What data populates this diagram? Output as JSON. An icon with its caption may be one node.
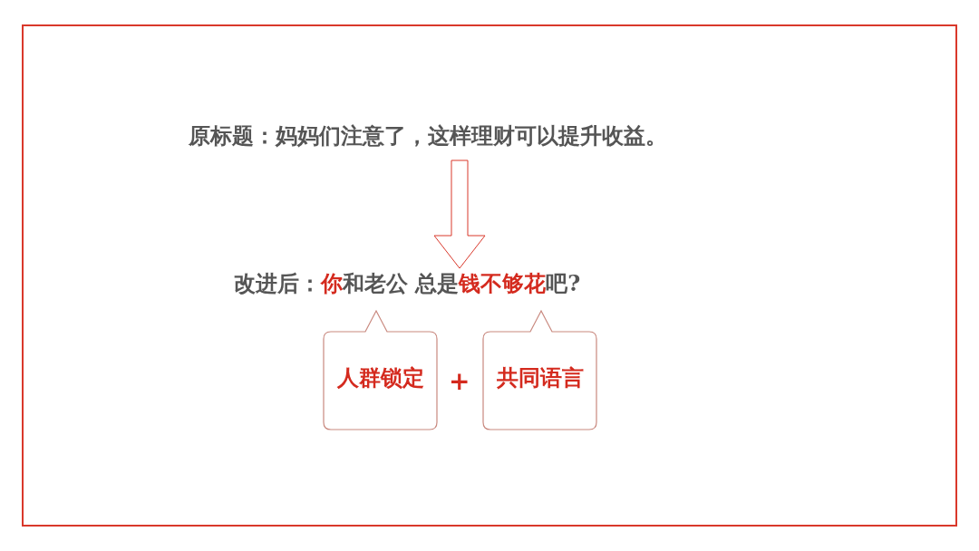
{
  "diagram": {
    "nodes": [
      {
        "text": [
          "原标题：妈妈们注意了，这样理财可以提升收益。"
        ]
      },
      {
        "text": [
          "改进后：**你**和老公 总是**钱不够花**吧?"
        ]
      },
      {
        "text": [
          "人群锁定"
        ]
      },
      {
        "text": [
          "共同语言"
        ]
      }
    ],
    "edges": [
      {
        "from": 0,
        "to": 1,
        "arrow": "to"
      }
    ],
    "labels": [
      "+"
    ]
  }
}
